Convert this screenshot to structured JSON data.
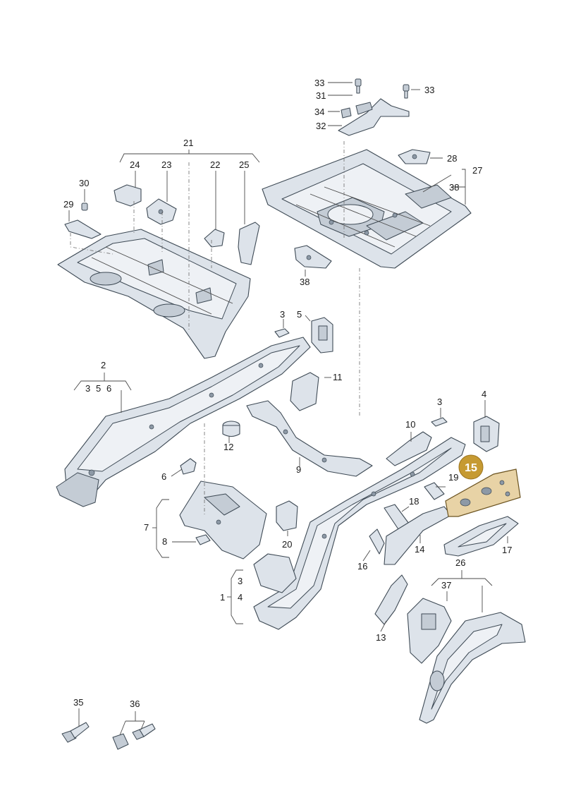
{
  "highlight": {
    "part_number": "15",
    "color": "#c69a32"
  },
  "callouts": [
    {
      "id": "c33a",
      "text": "33"
    },
    {
      "id": "c31",
      "text": "31"
    },
    {
      "id": "c34",
      "text": "34"
    },
    {
      "id": "c32",
      "text": "32"
    },
    {
      "id": "c33b",
      "text": "33"
    },
    {
      "id": "c28",
      "text": "28"
    },
    {
      "id": "c27",
      "text": "27"
    },
    {
      "id": "c38a",
      "text": "38"
    },
    {
      "id": "c38b",
      "text": "38"
    },
    {
      "id": "c21",
      "text": "21"
    },
    {
      "id": "c24",
      "text": "24"
    },
    {
      "id": "c23",
      "text": "23"
    },
    {
      "id": "c22",
      "text": "22"
    },
    {
      "id": "c25",
      "text": "25"
    },
    {
      "id": "c30",
      "text": "30"
    },
    {
      "id": "c29",
      "text": "29"
    },
    {
      "id": "c3a",
      "text": "3"
    },
    {
      "id": "c5",
      "text": "5"
    },
    {
      "id": "c2",
      "text": "2"
    },
    {
      "id": "c3b",
      "text": "3"
    },
    {
      "id": "c5b",
      "text": "5"
    },
    {
      "id": "c6b",
      "text": "6"
    },
    {
      "id": "c11",
      "text": "11"
    },
    {
      "id": "c12",
      "text": "12"
    },
    {
      "id": "c6",
      "text": "6"
    },
    {
      "id": "c9",
      "text": "9"
    },
    {
      "id": "c3c",
      "text": "3"
    },
    {
      "id": "c4",
      "text": "4"
    },
    {
      "id": "c10",
      "text": "10"
    },
    {
      "id": "c19",
      "text": "19"
    },
    {
      "id": "c18",
      "text": "18"
    },
    {
      "id": "c7",
      "text": "7"
    },
    {
      "id": "c8",
      "text": "8"
    },
    {
      "id": "c20",
      "text": "20"
    },
    {
      "id": "c14",
      "text": "14"
    },
    {
      "id": "c16",
      "text": "16"
    },
    {
      "id": "c17",
      "text": "17"
    },
    {
      "id": "c26",
      "text": "26"
    },
    {
      "id": "c37",
      "text": "37"
    },
    {
      "id": "c1",
      "text": "1"
    },
    {
      "id": "c3d",
      "text": "3"
    },
    {
      "id": "c4b",
      "text": "4"
    },
    {
      "id": "c13",
      "text": "13"
    },
    {
      "id": "c35",
      "text": "35"
    },
    {
      "id": "c36",
      "text": "36"
    }
  ]
}
